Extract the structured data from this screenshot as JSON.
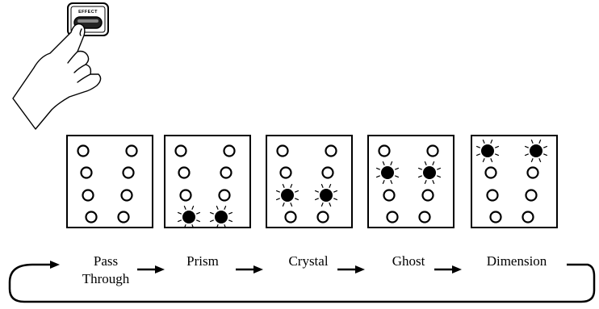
{
  "button": {
    "label": "EFFECT"
  },
  "modes": [
    {
      "id": "pass-through",
      "label_lines": [
        "Pass",
        "Through"
      ],
      "lit_row": null
    },
    {
      "id": "prism",
      "label_lines": [
        "Prism"
      ],
      "lit_row": 4
    },
    {
      "id": "crystal",
      "label_lines": [
        "Crystal"
      ],
      "lit_row": 3
    },
    {
      "id": "ghost",
      "label_lines": [
        "Ghost"
      ],
      "lit_row": 2
    },
    {
      "id": "dimension",
      "label_lines": [
        "Dimension"
      ],
      "lit_row": 1
    }
  ],
  "cycle": "loops from Dimension back to Pass Through",
  "colors": {
    "ink": "#000000",
    "background": "#ffffff"
  }
}
